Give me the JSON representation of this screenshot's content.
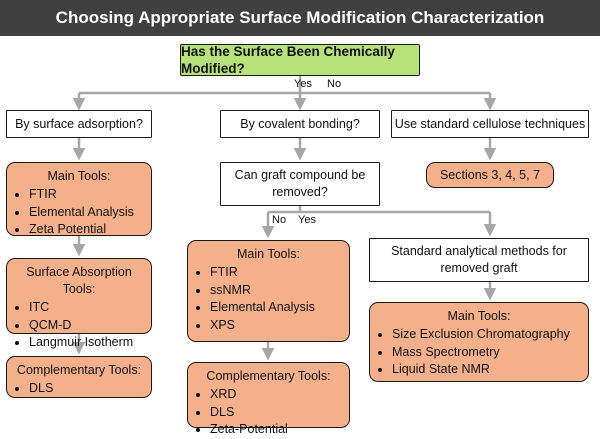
{
  "title": "Choosing Appropriate Surface Modification Characterization",
  "question_main": "Has the Surface Been Chemically Modified?",
  "yes_label": "Yes",
  "no_label": "No",
  "left": {
    "header": "By surface adsorption?",
    "main_tools": {
      "title": "Main Tools:",
      "items": [
        "FTIR",
        "Elemental Analysis",
        "Zeta Potential"
      ]
    },
    "absorption_tools": {
      "title": "Surface Absorption Tools:",
      "items": [
        "ITC",
        "QCM-D",
        "Langmuir Isotherm"
      ]
    },
    "complementary_tools": {
      "title": "Complementary Tools:",
      "items": [
        "DLS"
      ]
    }
  },
  "middle": {
    "header": "By covalent bonding?",
    "question": "Can graft compound be removed?",
    "no_label": "No",
    "yes_label": "Yes",
    "main_tools": {
      "title": "Main Tools:",
      "items": [
        "FTIR",
        "ssNMR",
        "Elemental Analysis",
        "XPS"
      ]
    },
    "complementary_tools": {
      "title": "Complementary Tools:",
      "items": [
        "XRD",
        "DLS",
        "Zeta-Potential"
      ]
    }
  },
  "right": {
    "header": "Use standard cellulose techniques",
    "sections": "Sections 3, 4, 5, 7",
    "standard_methods": "Standard analytical methods for removed graft",
    "main_tools": {
      "title": "Main Tools:",
      "items": [
        "Size Exclusion Chromatography",
        "Mass Spectrometry",
        "Liquid State NMR"
      ]
    }
  },
  "colors": {
    "title_bar": "#404040",
    "green": "#b7e27a",
    "orange": "#f4b08a",
    "arrow": "#a6a6a6"
  }
}
